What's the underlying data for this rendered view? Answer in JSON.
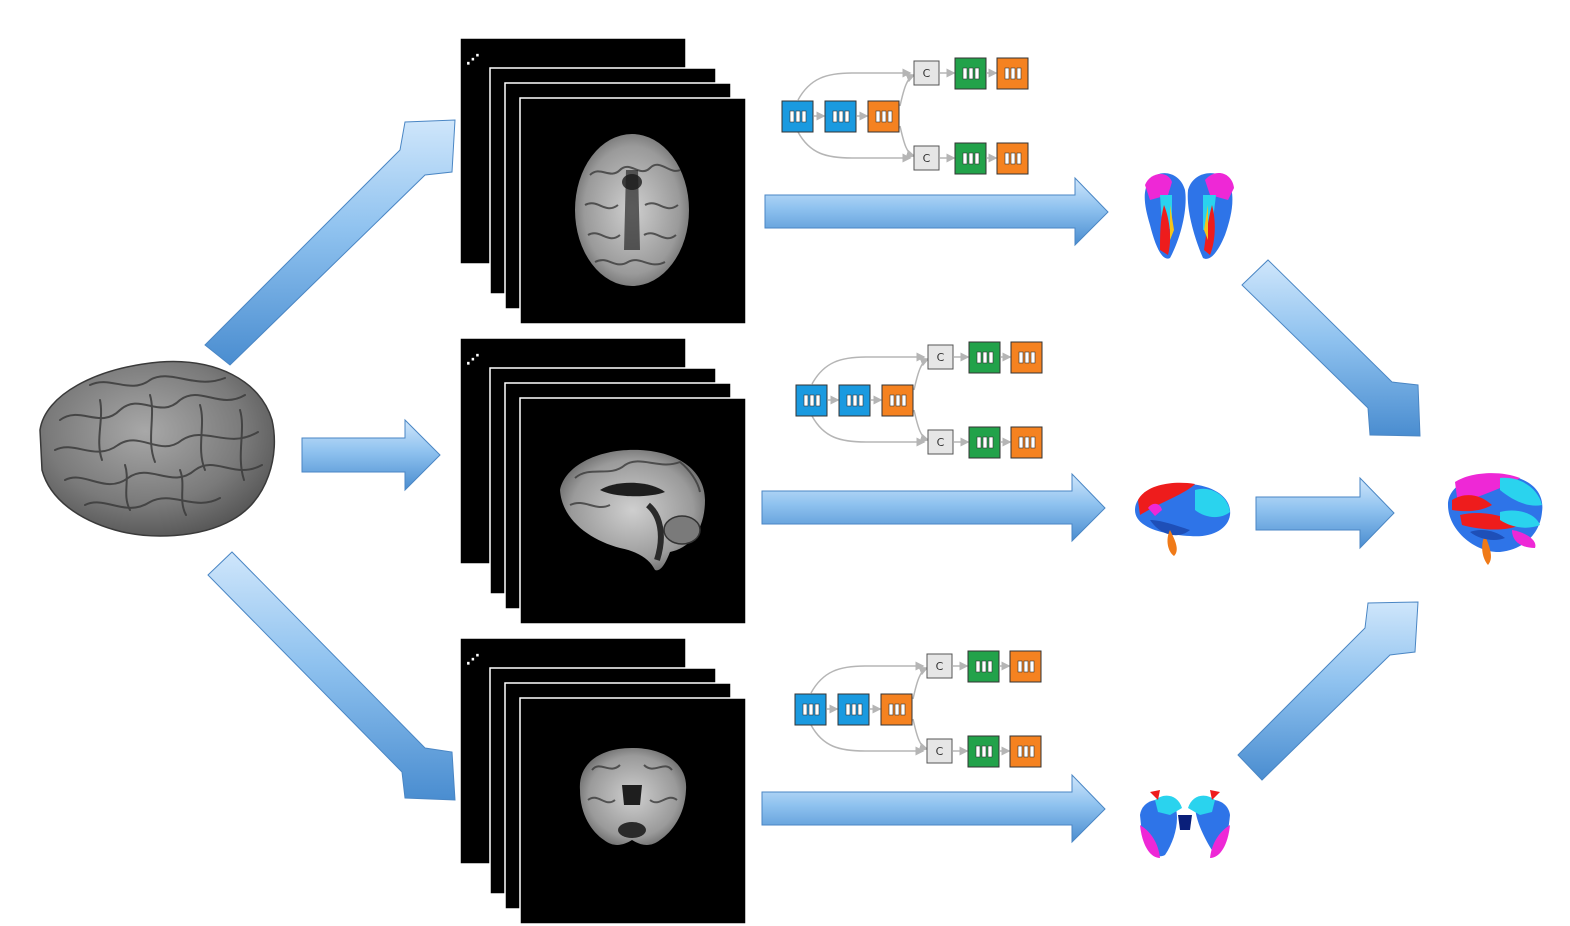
{
  "colors": {
    "arrow_light": "#b9dcf8",
    "arrow_mid": "#79b4ea",
    "arrow_dark": "#3f82c6",
    "node_blue": "#1a9ae0",
    "node_orange": "#f58220",
    "node_green": "#22a24a",
    "node_concat": "#e6e6e6",
    "slice_bg": "#000000",
    "connector": "#b5b5b5",
    "struct_red": "#ee1c1c",
    "struct_cyan": "#2ad3ee",
    "struct_blue": "#2e74e8",
    "struct_magenta": "#ee28d6",
    "struct_orange": "#f07a18"
  },
  "views": [
    {
      "id": "axial",
      "slice_view": "axial-slice-stack",
      "network": "cnn-axial",
      "segmentation": "axial-segmentation"
    },
    {
      "id": "sagittal",
      "slice_view": "sagittal-slice-stack",
      "network": "cnn-sagittal",
      "segmentation": "sagittal-segmentation"
    },
    {
      "id": "coronal",
      "slice_view": "coronal-slice-stack",
      "network": "cnn-coronal",
      "segmentation": "coronal-segmentation"
    }
  ],
  "network": {
    "concat_label": "C",
    "block_glyph": "▯▯▯",
    "stack_dots": "⋰"
  },
  "icons": {
    "input": "brain-3d-icon",
    "arrow": "flow-arrow-icon",
    "output": "fused-segmentation-icon"
  }
}
